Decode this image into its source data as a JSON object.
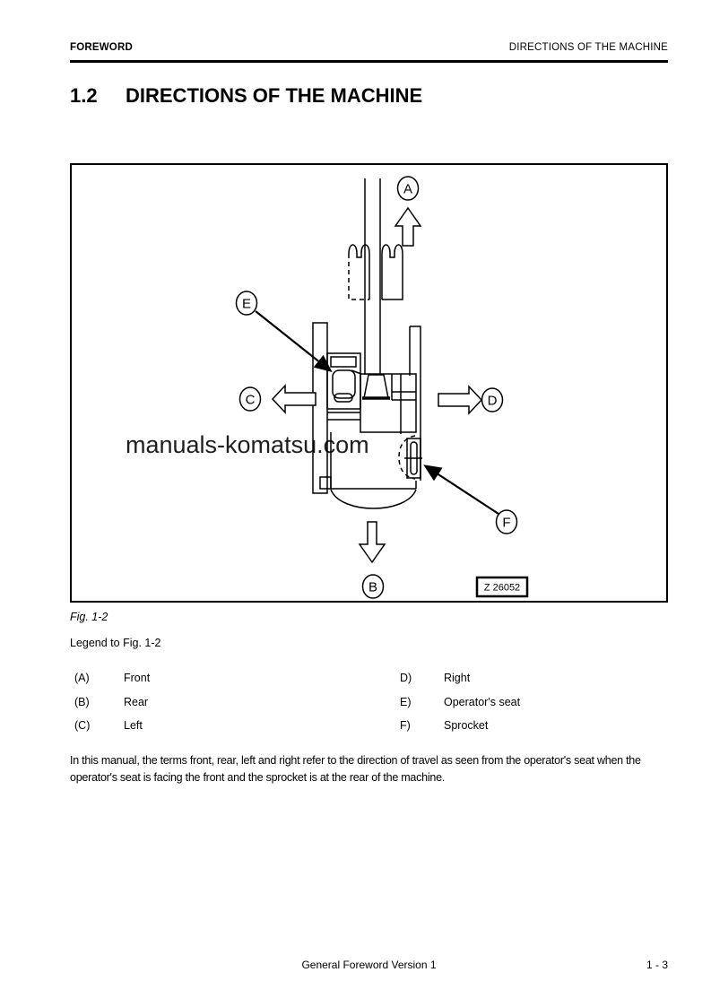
{
  "header": {
    "left": "FOREWORD",
    "right": "DIRECTIONS OF THE MACHINE"
  },
  "title": {
    "number": "1.2",
    "text": "DIRECTIONS OF THE MACHINE"
  },
  "figure": {
    "caption": "Fig. 1-2",
    "legend_title": "Legend to Fig. 1-2",
    "watermark": "manuals-komatsu.com",
    "drawing_code": "Z 26052",
    "labels": {
      "front": "A",
      "rear": "B",
      "left": "C",
      "right": "D",
      "operator_seat": "E",
      "sprocket": "F"
    }
  },
  "legend": {
    "left_column": [
      {
        "key": "(A)",
        "label": "Front"
      },
      {
        "key": "(B)",
        "label": "Rear"
      },
      {
        "key": "(C)",
        "label": "Left"
      }
    ],
    "right_column": [
      {
        "key": "D)",
        "label": "Right"
      },
      {
        "key": "E)",
        "label": "Operator's seat"
      },
      {
        "key": "F)",
        "label": "Sprocket"
      }
    ]
  },
  "paragraph": "In this manual, the terms front, rear, left and right refer to the direction of travel as seen from the operator's seat when the operator's seat is facing the front and the sprocket is at the rear of the machine.",
  "footer": {
    "center": "General Foreword Version 1",
    "page": "1 - 3"
  }
}
